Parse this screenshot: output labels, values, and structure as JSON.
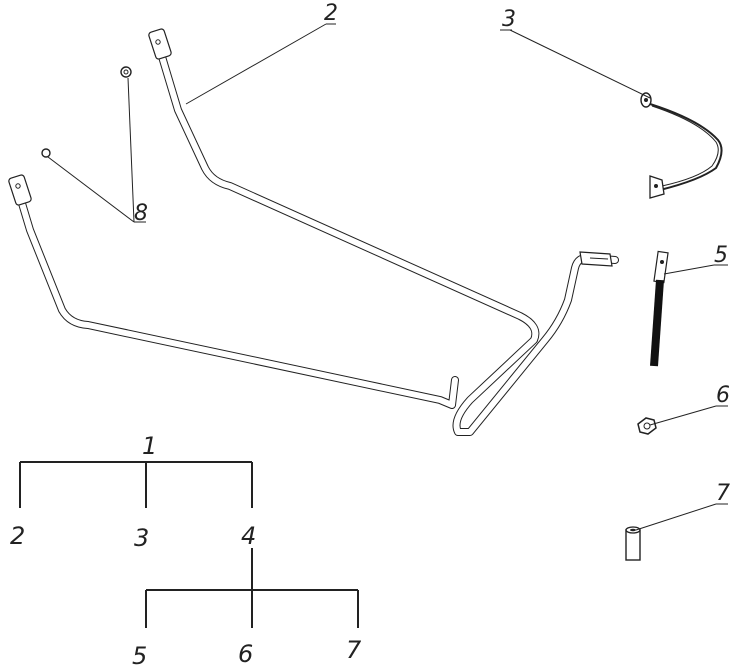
{
  "callouts": {
    "c2": "2",
    "c3": "3",
    "c5": "5",
    "c6": "6",
    "c7": "7",
    "c8": "8"
  },
  "tree": {
    "root": "1",
    "level1": [
      "2",
      "3",
      "4"
    ],
    "level2": [
      "5",
      "6",
      "7"
    ]
  }
}
